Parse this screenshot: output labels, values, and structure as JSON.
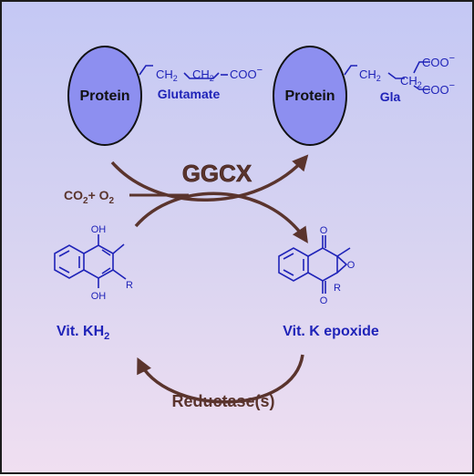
{
  "protein_label": "Protein",
  "glutamate": {
    "chain_ch2": "CH",
    "chain_ch2_sub": "2",
    "carboxyl": "COO",
    "charge": "−",
    "name": "Glutamate"
  },
  "gla": {
    "chain_ch2": "CH",
    "chain_ch2_sub": "2",
    "carboxyl_top": "COO",
    "carboxyl_bottom": "COO",
    "charge": "−",
    "name": "Gla"
  },
  "enzyme": "GGCX",
  "cosubstrates": {
    "co": "CO",
    "co_sub": "2",
    "plus": "+ O",
    "o_sub": "2"
  },
  "hydroquinone": {
    "oh_top": "OH",
    "oh_bottom": "OH",
    "r_group": "R",
    "name_main": "Vit. KH",
    "name_sub": "2"
  },
  "epoxide": {
    "o_top": "O",
    "o_bottom": "O",
    "o_ring": "O",
    "r_group": "R",
    "name": "Vit. K epoxide"
  },
  "reductase": "Reductase(s)",
  "colors": {
    "protein_fill": "#8d8ff0",
    "structure_blue": "#1f23b8",
    "arrow_brown": "#5a342d",
    "bg_top": "#c4c8f4",
    "bg_bottom": "#f0dff1"
  }
}
